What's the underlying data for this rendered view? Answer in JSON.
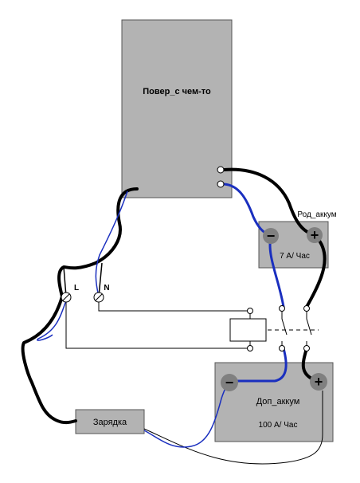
{
  "diagram": {
    "main_unit": {
      "label": "Повер_с чем-то"
    },
    "small_battery": {
      "name": "Род_аккум",
      "capacity": "7 А/ Час",
      "minus": "−",
      "plus": "+"
    },
    "big_battery": {
      "name": "Доп_аккум",
      "capacity": "100 А/ Час",
      "minus": "−",
      "plus": "+"
    },
    "charger": {
      "label": "Зарядка"
    },
    "terminals": {
      "line": "L",
      "neutral": "N"
    }
  },
  "colors": {
    "box_fill": "#b3b3b3",
    "wire_black": "#000000",
    "wire_blue": "#1a2fbf",
    "terminal_fill": "#808080"
  }
}
